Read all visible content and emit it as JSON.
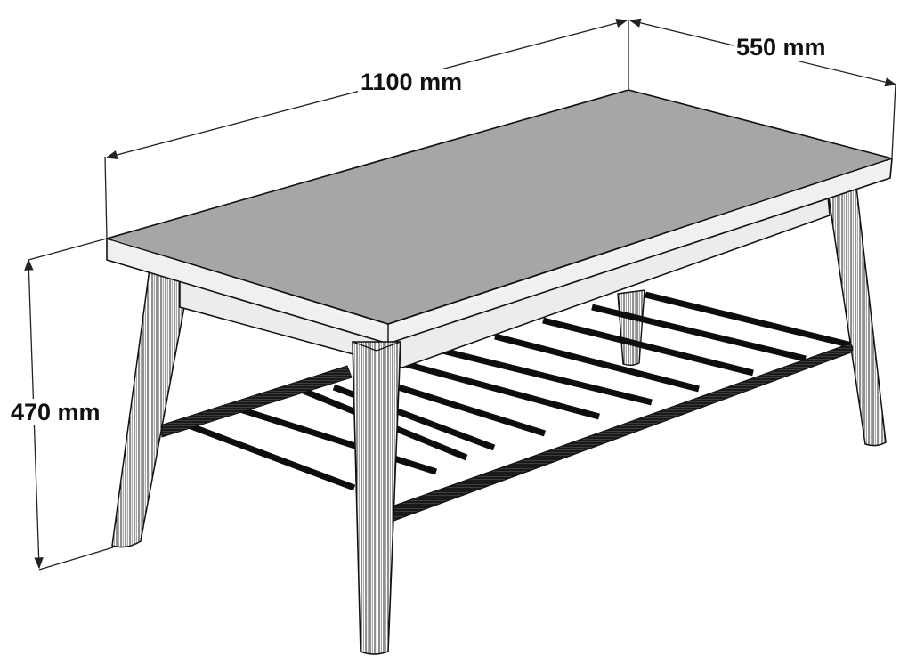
{
  "diagram": {
    "subject": "Coffee table with slatted lower shelf",
    "dimensions": {
      "length": "1100 mm",
      "width": "550 mm",
      "height": "470 mm"
    },
    "colors": {
      "tabletop": "#a6a6a6",
      "edge": "#efefef",
      "line": "#111111",
      "slats": "#0d0d0d",
      "background": "#ffffff"
    }
  }
}
